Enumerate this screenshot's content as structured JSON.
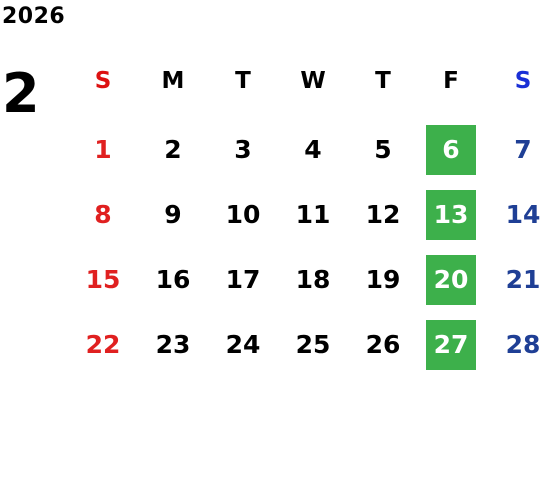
{
  "calendar": {
    "year": "2026",
    "month": "2",
    "weekday_headers": [
      "S",
      "M",
      "T",
      "W",
      "T",
      "F",
      "S"
    ],
    "weeks": [
      [
        "1",
        "2",
        "3",
        "4",
        "5",
        "6",
        "7"
      ],
      [
        "8",
        "9",
        "10",
        "11",
        "12",
        "13",
        "14"
      ],
      [
        "15",
        "16",
        "17",
        "18",
        "19",
        "20",
        "21"
      ],
      [
        "22",
        "23",
        "24",
        "25",
        "26",
        "27",
        "28"
      ]
    ],
    "highlighted_weekday_index": 5
  },
  "colors": {
    "sunday_header": "#dd1111",
    "saturday_header": "#1a2fd6",
    "sunday_date": "#e02020",
    "saturday_date": "#1f3f95",
    "weekday_text": "#000000",
    "highlight_bg": "#3db04b",
    "highlight_text": "#ffffff"
  }
}
